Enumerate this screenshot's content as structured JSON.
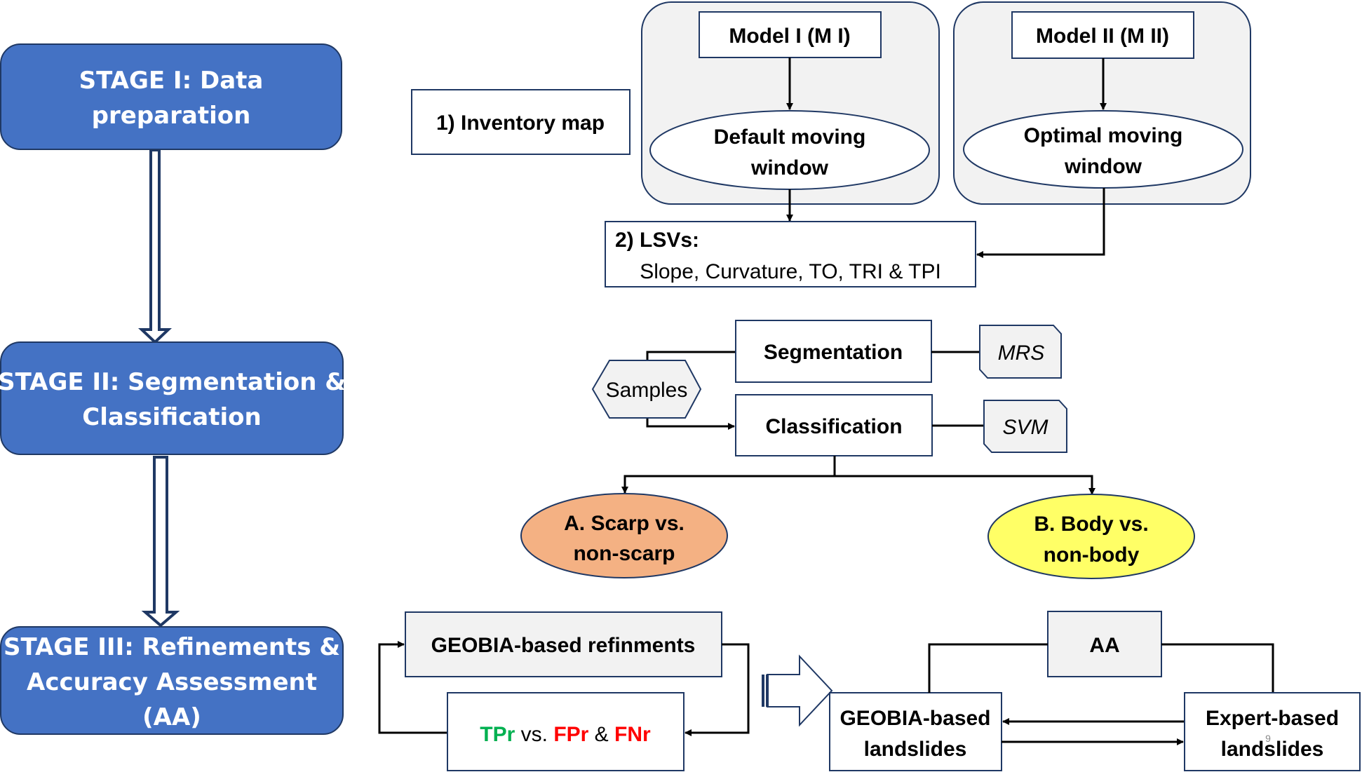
{
  "stages": [
    {
      "lines": [
        "STAGE I: Data",
        "preparation"
      ]
    },
    {
      "lines": [
        "STAGE II: Segmentation &",
        "Classification"
      ]
    },
    {
      "lines": [
        "STAGE III: Refinements &",
        "Accuracy Assessment",
        "(AA)"
      ]
    }
  ],
  "data_prep": {
    "inventory": "1) Inventory map",
    "model1": "Model I (M I)",
    "model1_window": [
      "Default moving",
      "window"
    ],
    "model2": "Model II (M II)",
    "model2_window": [
      "Optimal moving",
      "window"
    ],
    "lsvs_title": "2) LSVs:",
    "lsvs_list": "Slope, Curvature, TO, TRI & TPI"
  },
  "seg_class": {
    "samples": "Samples",
    "segmentation": "Segmentation",
    "mrs": "MRS",
    "classification": "Classification",
    "svm": "SVM",
    "scarp": [
      "A. Scarp vs.",
      "non-scarp"
    ],
    "body": [
      "B.  Body vs.",
      "non-body"
    ]
  },
  "refine": {
    "geobia_refinements": "GEOBIA-based refinments",
    "tpr": "TPr",
    "vs": " vs. ",
    "fpr": "FPr",
    "amp": " & ",
    "fnr": "FNr",
    "aa": "AA",
    "geobia_landslides": [
      "GEOBIA-based",
      "landslides"
    ],
    "expert_landslides": [
      "Expert-based",
      "landslides"
    ],
    "page_number": "9"
  },
  "colors": {
    "stage_fill": "#4472c4",
    "stage_border": "#1f3864",
    "scarp_fill": "#f4b183",
    "body_fill": "#ffff66",
    "tpr_color": "#00b050",
    "fpr_color": "#ff0000",
    "gray_fill": "#f2f2f2"
  }
}
